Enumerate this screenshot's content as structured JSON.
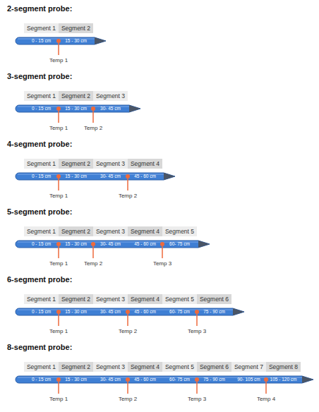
{
  "diagram": {
    "nodes": [
      {
        "text": [
          "Segment 1"
        ]
      },
      {
        "text": [
          "Segment 2"
        ]
      },
      {
        "text": [
          "Segment 1"
        ]
      },
      {
        "text": [
          "Segment 2"
        ]
      },
      {
        "text": [
          "Segment 3"
        ]
      },
      {
        "text": [
          "Segment 1"
        ]
      },
      {
        "text": [
          "Segment 2"
        ]
      },
      {
        "text": [
          "Segment 3"
        ]
      },
      {
        "text": [
          "Segment 4"
        ]
      },
      {
        "text": [
          "Segment 1"
        ]
      },
      {
        "text": [
          "Segment 2"
        ]
      },
      {
        "text": [
          "Segment 3"
        ]
      },
      {
        "text": [
          "Segment 4"
        ]
      },
      {
        "text": [
          "Segment 5"
        ]
      },
      {
        "text": [
          "Segment 1"
        ]
      },
      {
        "text": [
          "Segment 2"
        ]
      },
      {
        "text": [
          "Segment 3"
        ]
      },
      {
        "text": [
          "Segment 4"
        ]
      },
      {
        "text": [
          "Segment 5"
        ]
      },
      {
        "text": [
          "Segment 6"
        ]
      },
      {
        "text": [
          "Segment 1"
        ]
      },
      {
        "text": [
          "Segment 2"
        ]
      },
      {
        "text": [
          "Segment 3"
        ]
      },
      {
        "text": [
          "Segment 4"
        ]
      },
      {
        "text": [
          "Segment 5"
        ]
      },
      {
        "text": [
          "Segment 6"
        ]
      },
      {
        "text": [
          "Segment 7"
        ]
      },
      {
        "text": [
          "Segment 8"
        ]
      }
    ],
    "labels": [
      "2-segment probe:",
      "0 - 15 cm",
      "15 - 30 cm",
      "Temp 1",
      "3-segment probe:",
      "0 - 15 cm",
      "15 - 30 cm",
      "30- 45 cm",
      "Temp 1",
      "Temp 2",
      "4-segment probe:",
      "0 - 15 cm",
      "15 - 30 cm",
      "30- 45 cm",
      "45 - 60 cm",
      "Temp 1",
      "Temp 2",
      "5-segment probe:",
      "0 - 15 cm",
      "15 - 30 cm",
      "30- 45 cm",
      "45 - 60 cm",
      "60- 75 cm",
      "Temp 1",
      "Temp 2",
      "Temp 3",
      "6-segment probe:",
      "0 - 15 cm",
      "15 - 30 cm",
      "30- 45 cm",
      "45 - 60 cm",
      "60- 75 cm",
      "75 - 90 cm",
      "Temp 1",
      "Temp 2",
      "Temp 3",
      "8-segment probe:",
      "0 - 15 cm",
      "15 - 30 cm",
      "30- 45 cm",
      "45 - 60 cm",
      "60- 75 cm",
      "75 - 90 cm",
      "90- 105 cm",
      "105 - 120 cm",
      "Temp 1",
      "Temp 2",
      "Temp 3",
      "Temp 4"
    ]
  }
}
